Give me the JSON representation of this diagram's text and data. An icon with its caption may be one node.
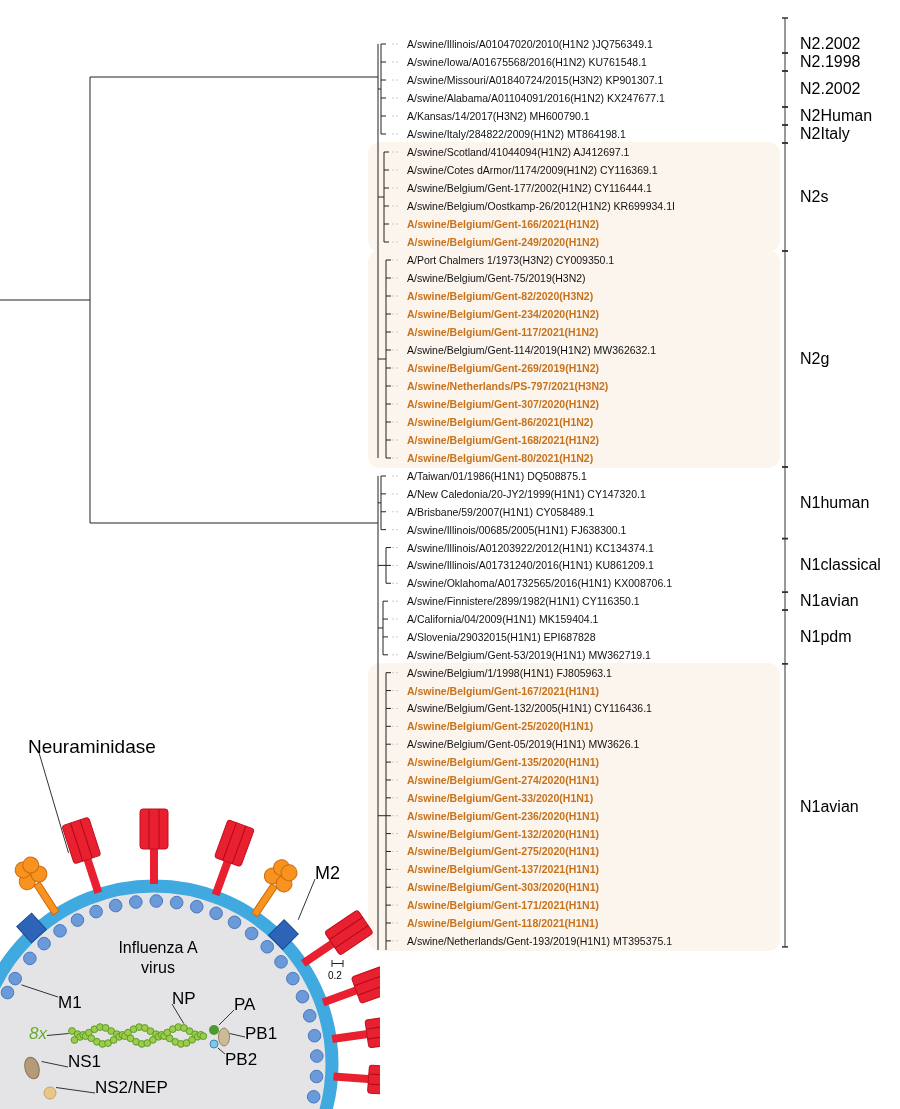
{
  "diagram": {
    "nodes": [
      {
        "text": [
          "Neuraminidase"
        ]
      },
      {
        "text": [
          "M2"
        ]
      },
      {
        "text": [
          "M1"
        ]
      },
      {
        "text": [
          "NP"
        ]
      },
      {
        "text": [
          "PA"
        ]
      },
      {
        "text": [
          "8x"
        ]
      },
      {
        "text": [
          "PB1"
        ]
      },
      {
        "text": [
          "PB2"
        ]
      },
      {
        "text": [
          "NS1"
        ]
      },
      {
        "text": [
          "NS2/NEP"
        ]
      },
      {
        "text": [],
        "shape": "picture"
      },
      {
        "text": [],
        "shape": "box"
      },
      {
        "text": [],
        "shape": "circle"
      },
      {
        "text": [],
        "shape": "picture"
      },
      {
        "text": [],
        "shape": "circle"
      },
      {
        "text": [],
        "shape": "circle"
      },
      {
        "text": [],
        "shape": "circle"
      },
      {
        "text": [],
        "shape": "circle"
      },
      {
        "text": [],
        "shape": "circle"
      },
      {
        "text": [],
        "shape": "box"
      },
      {
        "text": [],
        "shape": "picture"
      }
    ],
    "edges": [
      {
        "from": 0,
        "to": 10,
        "arrow": "none"
      },
      {
        "from": 1,
        "to": 19,
        "arrow": "none"
      },
      {
        "from": 2,
        "to": 12,
        "arrow": "none"
      },
      {
        "from": 3,
        "to": 13,
        "arrow": "none"
      },
      {
        "from": 4,
        "to": 14,
        "arrow": "none"
      },
      {
        "from": 5,
        "to": 13,
        "arrow": "none"
      },
      {
        "from": 6,
        "to": 15,
        "arrow": "none"
      },
      {
        "from": 7,
        "to": 16,
        "arrow": "none"
      },
      {
        "from": 8,
        "to": 17,
        "arrow": "none"
      },
      {
        "from": 9,
        "to": 18,
        "arrow": "none"
      }
    ],
    "labels": [
      "A/swine/Illinois/A01047020/2010(H1N2 )JQ756349.1",
      "A/swine/Iowa/A01675568/2016(H1N2) KU761548.1",
      "A/swine/Missouri/A01840724/2015(H3N2) KP901307.1",
      "A/swine/Alabama/A01104091/2016(H1N2) KX247677.1",
      "A/Kansas/14/2017(H3N2) MH600790.1",
      "A/swine/Italy/284822/2009(H1N2) MT864198.1",
      "A/swine/Scotland/41044094(H1N2) AJ412697.1",
      "A/swine/Cotes dArmor/1174/2009(H1N2) CY116369.1",
      "A/swine/Belgium/Gent-177/2002(H1N2) CY116444.1",
      "A/swine/Belgium/Oostkamp-26/2012(H1N2) KR699934.1I",
      "A/swine/Belgium/Gent-166/2021(H1N2)",
      "A/swine/Belgium/Gent-249/2020(H1N2)",
      "A/Port Chalmers 1/1973(H3N2) CY009350.1",
      "A/swine/Belgium/Gent-75/2019(H3N2)",
      "A/swine/Belgium/Gent-82/2020(H3N2)",
      "A/swine/Belgium/Gent-234/2020(H1N2)",
      "A/swine/Belgium/Gent-117/2021(H1N2)",
      "A/swine/Belgium/Gent-114/2019(H1N2) MW362632.1",
      "A/swine/Belgium/Gent-269/2019(H1N2)",
      "A/swine/Netherlands/PS-797/2021(H3N2)",
      "A/swine/Belgium/Gent-307/2020(H1N2)",
      "A/swine/Belgium/Gent-86/2021(H1N2)",
      "A/swine/Belgium/Gent-168/2021(H1N2)",
      "A/swine/Belgium/Gent-80/2021(H1N2)",
      "A/Taiwan/01/1986(H1N1) DQ508875.1",
      "A/New Caledonia/20-JY2/1999(H1N1) CY147320.1",
      "A/Brisbane/59/2007(H1N1) CY058489.1",
      "A/swine/Illinois/00685/2005(H1N1) FJ638300.1",
      "A/swine/Illinois/A01203922/2012(H1N1) KC134374.1",
      "A/swine/Illinois/A01731240/2016(H1N1) KU861209.1",
      "A/swine/Oklahoma/A01732565/2016(H1N1) KX008706.1",
      "A/swine/Finnistere/2899/1982(H1N1) CY116350.1",
      "A/California/04/2009(H1N1) MK159404.1",
      "A/Slovenia/29032015(H1N1) EPI687828",
      "A/swine/Belgium/Gent-53/2019(H1N1) MW362719.1",
      "A/swine/Belgium/1/1998(H1N1) FJ805963.1",
      "A/swine/Belgium/Gent-167/2021(H1N1)",
      "A/swine/Belgium/Gent-132/2005(H1N1) CY116436.1",
      "A/swine/Belgium/Gent-25/2020(H1N1)",
      "A/swine/Belgium/Gent-05/2019(H1N1) MW3626.1",
      "A/swine/Belgium/Gent-135/2020(H1N1)",
      "A/swine/Belgium/Gent-274/2020(H1N1)",
      "A/swine/Belgium/Gent-33/2020(H1N1)",
      "A/swine/Belgium/Gent-236/2020(H1N1)",
      "A/swine/Belgium/Gent-132/2020(H1N1)",
      "A/swine/Belgium/Gent-275/2020(H1N1)",
      "A/swine/Belgium/Gent-137/2021(H1N1)",
      "A/swine/Belgium/Gent-303/2020(H1N1)",
      "A/swine/Belgium/Gent-171/2021(H1N1)",
      "A/swine/Belgium/Gent-118/2021(H1N1)",
      "A/swine/Netherlands/Gent-193/2019(H1N1) MT395375.1",
      "N2.2002",
      "N2.1998",
      "N2.2002",
      "N2Human",
      "N2Italy",
      "N2s",
      "N2g",
      "N1human",
      "N1classical",
      "N1avian",
      "N1pdm",
      "N1avian",
      "0.2",
      "Influenza A virus"
    ]
  }
}
